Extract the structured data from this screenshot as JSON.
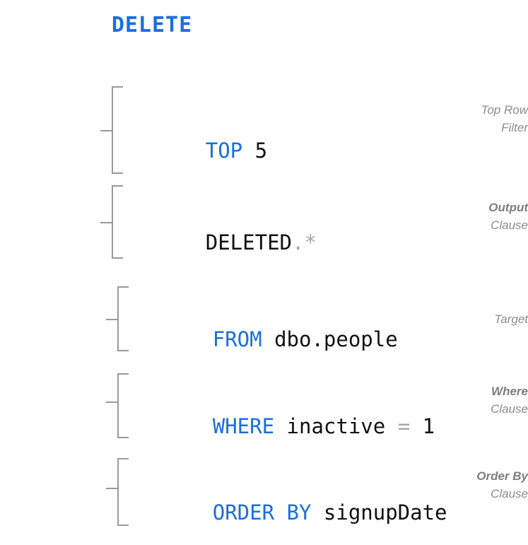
{
  "title": "DELETE",
  "colors": {
    "keyword": "#1b6ee0",
    "identifier": "#111111",
    "punctuation": "#a8a8a8",
    "label": "#8c8c8c",
    "brace": "#9a9a9a",
    "background": "#ffffff"
  },
  "rows": [
    {
      "label_lines": [
        {
          "text": "Top Row",
          "bold": false
        },
        {
          "text": "Filter",
          "bold": false
        }
      ],
      "code": {
        "keyword": "TOP",
        "space": " ",
        "value": "5"
      }
    },
    {
      "label_lines": [
        {
          "text": "Output",
          "bold": true
        },
        {
          "text": "Clause",
          "bold": false
        }
      ],
      "code": {
        "identifier": "DELETED",
        "dot": ".",
        "star": "*"
      }
    },
    {
      "label_lines": [
        {
          "text": "Target",
          "bold": false
        }
      ],
      "code": {
        "keyword": "FROM",
        "space": " ",
        "value": "dbo.people"
      }
    },
    {
      "label_lines": [
        {
          "text": "Where",
          "bold": true
        },
        {
          "text": "Clause",
          "bold": false
        }
      ],
      "code": {
        "keyword": "WHERE",
        "space": " ",
        "column": "inactive",
        "operator": "=",
        "value": "1"
      }
    },
    {
      "label_lines": [
        {
          "text": "Order By",
          "bold": true
        },
        {
          "text": "Clause",
          "bold": false
        }
      ],
      "code": {
        "keyword": "ORDER BY",
        "space": " ",
        "value": "signupDate"
      }
    }
  ],
  "full_statement": "DELETE TOP 5 DELETED.* FROM dbo.people WHERE inactive = 1 ORDER BY signupDate"
}
